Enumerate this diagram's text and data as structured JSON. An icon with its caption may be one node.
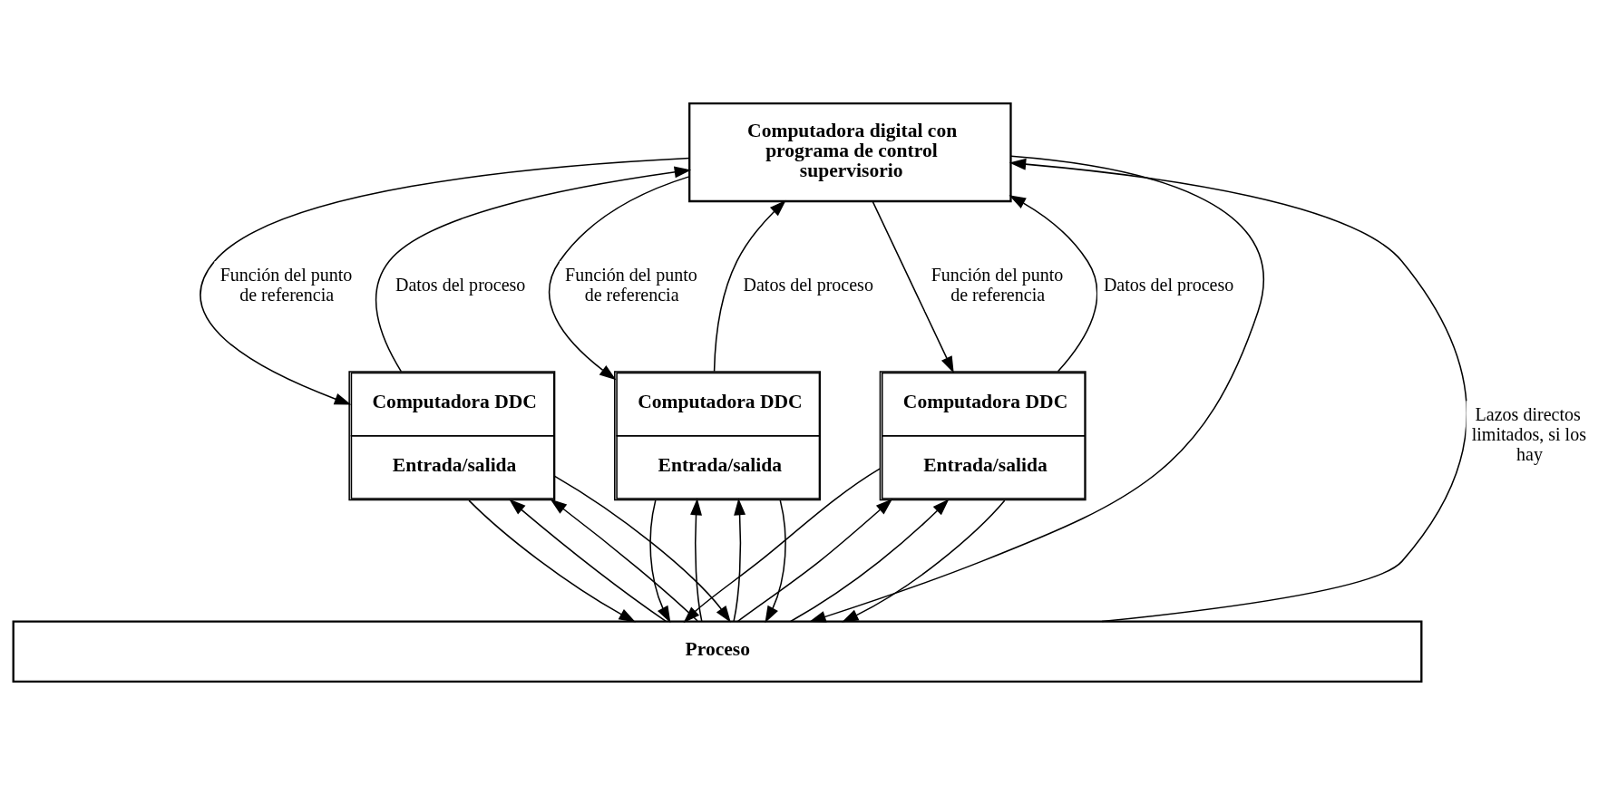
{
  "diagram": {
    "nodes": [
      {
        "text": [
          "Computadora digital con programa de control supervisorio"
        ]
      },
      {
        "text": [
          "Computadora DDC",
          "Entrada/salida"
        ]
      },
      {
        "text": [
          "Computadora DDC",
          "Entrada/salida"
        ]
      },
      {
        "text": [
          "Computadora DDC",
          "Entrada/salida"
        ]
      },
      {
        "text": [
          "Proceso"
        ]
      }
    ],
    "edges": [
      {
        "from": 4,
        "to": 0,
        "arrow": "to",
        "label": "Lazos directos limitados, si los hay"
      },
      {
        "from": 0,
        "to": 4,
        "arrow": "to"
      },
      {
        "from": 1,
        "to": 0,
        "arrow": "to",
        "label": "Datos del proceso"
      },
      {
        "from": 0,
        "to": 1,
        "arrow": "to",
        "label": "Función del punto de referencia"
      },
      {
        "from": 2,
        "to": 0,
        "arrow": "to",
        "label": "Datos del proceso"
      },
      {
        "from": 0,
        "to": 2,
        "arrow": "to",
        "label": "Función del punto de referencia"
      },
      {
        "from": 0,
        "to": 3,
        "arrow": "to",
        "label": "Función del punto de referencia"
      },
      {
        "from": 3,
        "to": 0,
        "arrow": "to",
        "label": "Datos del proceso"
      },
      {
        "from": 4,
        "to": 1,
        "arrow": "to"
      },
      {
        "from": 4,
        "to": 1,
        "arrow": "to"
      },
      {
        "from": 1,
        "to": 4,
        "arrow": "to"
      },
      {
        "from": 1,
        "to": 4,
        "arrow": "to"
      },
      {
        "from": 4,
        "to": 2,
        "arrow": "to"
      },
      {
        "from": 4,
        "to": 2,
        "arrow": "to"
      },
      {
        "from": 2,
        "to": 4,
        "arrow": "to"
      },
      {
        "from": 2,
        "to": 4,
        "arrow": "to"
      },
      {
        "from": 4,
        "to": 3,
        "arrow": "to"
      },
      {
        "from": 4,
        "to": 3,
        "arrow": "to"
      },
      {
        "from": 3,
        "to": 4,
        "arrow": "to"
      },
      {
        "from": 3,
        "to": 4,
        "arrow": "to"
      }
    ]
  }
}
